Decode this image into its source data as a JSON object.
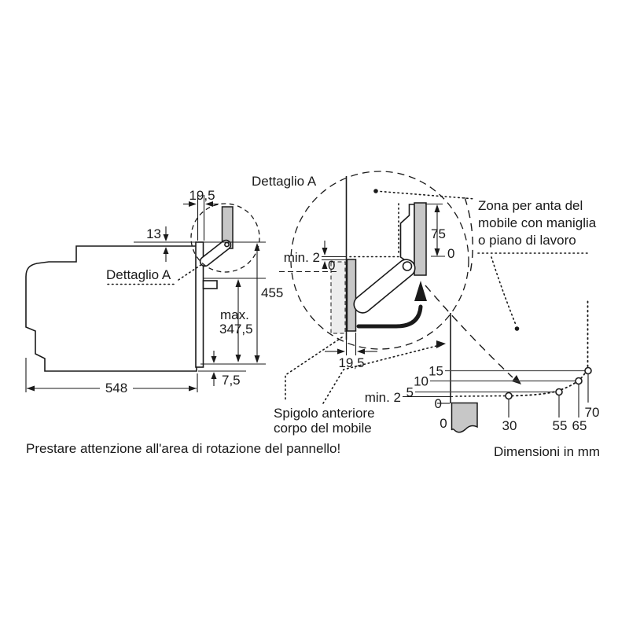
{
  "notes": {
    "rotation_warning": "Prestare attenzione all'area di rotazione del pannello!",
    "units": "Dimensioni in mm",
    "zona_line1": "Zona per anta del",
    "zona_line2": "mobile con maniglia",
    "zona_line3": "o piano di lavoro",
    "spigolo_line1": "Spigolo anteriore",
    "spigolo_line2": "corpo del mobile"
  },
  "main_view": {
    "detail_ref": "Dettaglio A",
    "dim_depth": "548",
    "dim_height": "455",
    "dim_top_gap": "13",
    "dim_door_gap": "19,5",
    "dim_max_prefix": "max.",
    "dim_max_value": "347,5",
    "dim_bottom_gap": "7,5"
  },
  "detail_view": {
    "title": "Dettaglio A",
    "dim_min_gap": "min. 2",
    "dim_zero_top": "0",
    "dim_door_height": "75",
    "dim_zero_right": "0",
    "dim_flange_depth": "19,5"
  },
  "graph": {
    "y_labels": [
      "15",
      "10",
      "5",
      "min. 2",
      "0"
    ],
    "x_labels": [
      "0",
      "30",
      "55",
      "65",
      "70"
    ],
    "curve_points_mm": [
      [
        30,
        2
      ],
      [
        55,
        5
      ],
      [
        65,
        10
      ],
      [
        70,
        15
      ]
    ]
  },
  "colors": {
    "line": "#1a1a1a",
    "panel_gray": "#c7c7c7",
    "panel_light": "#ededed"
  }
}
